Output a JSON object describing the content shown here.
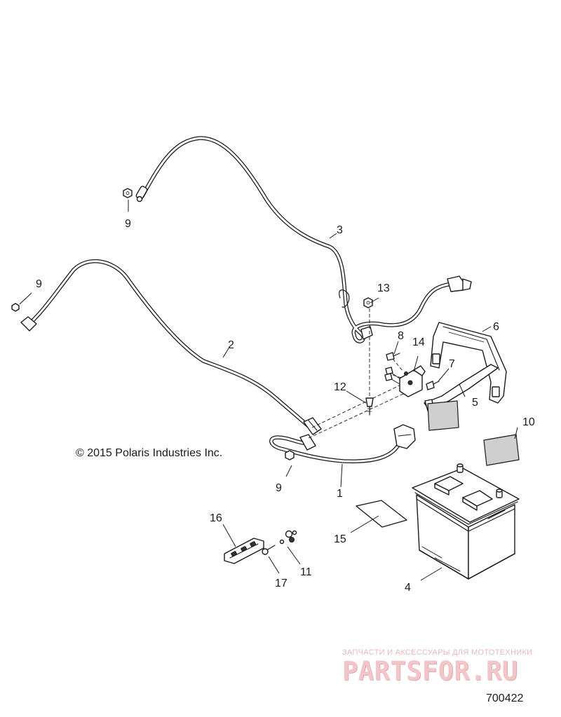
{
  "copyright": "© 2015 Polaris Industries Inc.",
  "reference_number": "700422",
  "watermark": {
    "tagline": "ЗАПЧАСТИ И АКСЕССУАРЫ ДЛЯ МОТОТЕХНИКИ",
    "logo": "PARTSFOR.RU"
  },
  "callouts": {
    "c1": "1",
    "c2": "2",
    "c3": "3",
    "c4": "4",
    "c5": "5",
    "c6": "6",
    "c7": "7",
    "c8": "8",
    "c9a": "9",
    "c9b": "9",
    "c9c": "9",
    "c10": "10",
    "c11": "11",
    "c12": "12",
    "c13": "13",
    "c14": "14",
    "c15": "15",
    "c16": "16",
    "c17": "17"
  }
}
